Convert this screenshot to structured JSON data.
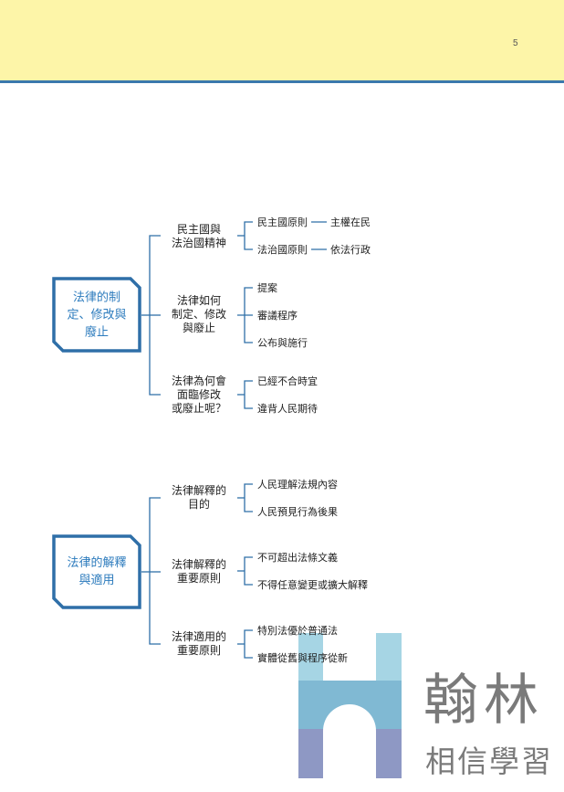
{
  "header": {
    "page_number": "5"
  },
  "diagrams": [
    {
      "root": [
        "法律的制",
        "定、修改與",
        "廢止"
      ],
      "branches": [
        {
          "label": [
            "民主國與",
            "法治國精神"
          ],
          "leaves": [
            {
              "text": "民主國原則",
              "detail": "主權在民"
            },
            {
              "text": "法治國原則",
              "detail": "依法行政"
            }
          ]
        },
        {
          "label": [
            "法律如何",
            "制定、修改",
            "與廢止"
          ],
          "leaves": [
            {
              "text": "提案"
            },
            {
              "text": "審議程序"
            },
            {
              "text": "公布與施行"
            }
          ]
        },
        {
          "label": [
            "法律為何會",
            "面臨修改",
            "或廢止呢？"
          ],
          "leaves": [
            {
              "text": "已經不合時宜"
            },
            {
              "text": "違背人民期待"
            }
          ]
        }
      ]
    },
    {
      "root": [
        "法律的解釋",
        "與適用"
      ],
      "branches": [
        {
          "label": [
            "法律解釋的",
            "目的"
          ],
          "leaves": [
            {
              "text": "人民理解法規內容"
            },
            {
              "text": "人民預見行為後果"
            }
          ]
        },
        {
          "label": [
            "法律解釋的",
            "重要原則"
          ],
          "leaves": [
            {
              "text": "不可超出法條文義"
            },
            {
              "text": "不得任意變更或擴大解釋"
            }
          ]
        },
        {
          "label": [
            "法律適用的",
            "重要原則"
          ],
          "leaves": [
            {
              "text": "特別法優於普通法"
            },
            {
              "text": "實體從舊與程序從新"
            }
          ]
        }
      ]
    }
  ],
  "watermark": {
    "brand": "翰林",
    "slogan": "相信學習"
  },
  "colors": {
    "header_bg": "#fdf5a8",
    "accent": "#3a78ad",
    "root_text": "#2c7bbd"
  }
}
